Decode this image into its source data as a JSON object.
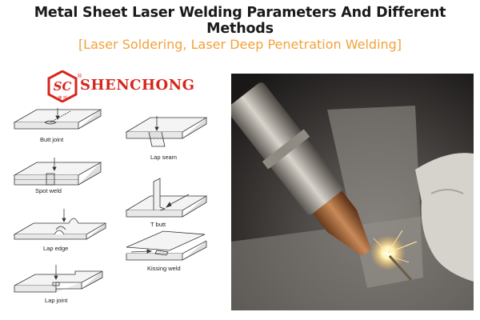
{
  "header": {
    "title": "Metal Sheet Laser Welding Parameters And Different Methods",
    "subtitle": "[Laser Soldering, Laser Deep Penetration Welding]"
  },
  "logo": {
    "brand_text": "SHENCHONG",
    "mark_text": "SC",
    "mark_chars": "神 冲",
    "registered": "®"
  },
  "diagrams": {
    "butt_joint": "Butt joint",
    "lap_seam": "Lap seam",
    "spot_weld": "Spot weld",
    "t_butt": "T butt",
    "lap_edge": "Lap edge",
    "kissing_weld": "Kissing weld",
    "lap_joint": "Lap joint"
  },
  "colors": {
    "title": "#1a1a1a",
    "subtitle": "#f2a23a",
    "brand": "#d7261e"
  }
}
